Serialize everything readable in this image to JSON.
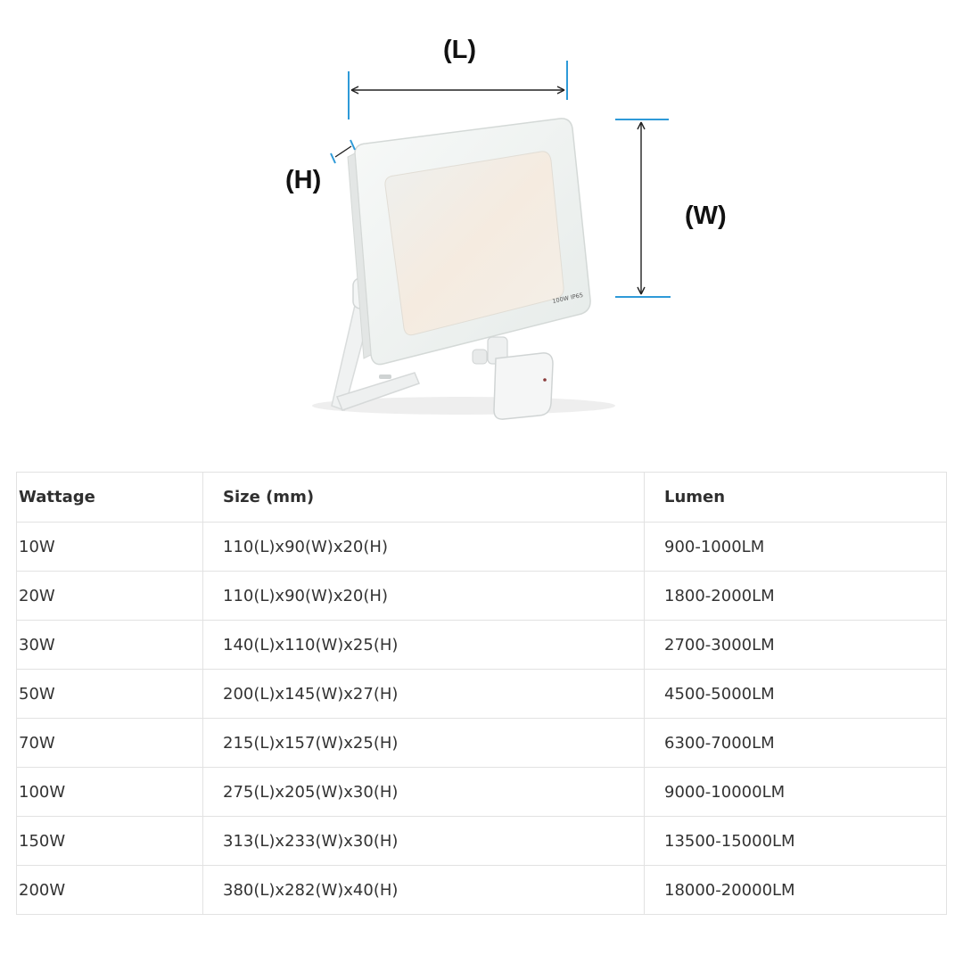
{
  "figure": {
    "labels": {
      "length": "(L)",
      "height": "(H)",
      "width": "(W)"
    },
    "panel_marking": "100W IP65",
    "colors": {
      "dimension_accent": "#2e9ad8",
      "housing": "#f2f3f3",
      "lens": "#f6ede4"
    }
  },
  "table": {
    "headers": {
      "wattage": "Wattage",
      "size": "Size (mm)",
      "lumen": "Lumen"
    },
    "rows": [
      {
        "wattage": "10W",
        "size": "110(L)x90(W)x20(H)",
        "lumen": "900-1000LM"
      },
      {
        "wattage": "20W",
        "size": "110(L)x90(W)x20(H)",
        "lumen": "1800-2000LM"
      },
      {
        "wattage": "30W",
        "size": "140(L)x110(W)x25(H)",
        "lumen": "2700-3000LM"
      },
      {
        "wattage": "50W",
        "size": "200(L)x145(W)x27(H)",
        "lumen": "4500-5000LM"
      },
      {
        "wattage": "70W",
        "size": "215(L)x157(W)x25(H)",
        "lumen": "6300-7000LM"
      },
      {
        "wattage": "100W",
        "size": "275(L)x205(W)x30(H)",
        "lumen": "9000-10000LM"
      },
      {
        "wattage": "150W",
        "size": "313(L)x233(W)x30(H)",
        "lumen": "13500-15000LM"
      },
      {
        "wattage": "200W",
        "size": "380(L)x282(W)x40(H)",
        "lumen": "18000-20000LM"
      }
    ]
  }
}
